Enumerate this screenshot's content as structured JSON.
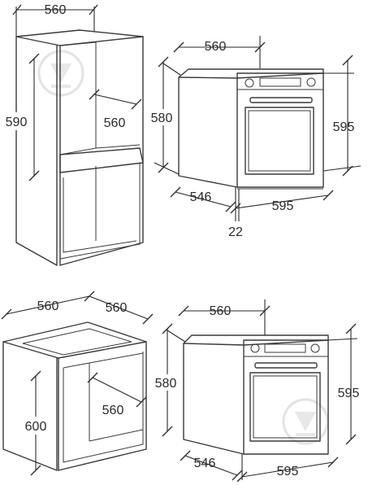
{
  "panels": {
    "top_left": {
      "width": "560",
      "height": "590",
      "depth": "560"
    },
    "top_right": {
      "width": "560",
      "height": "580",
      "total_height": "595",
      "depth": "546",
      "total_width": "595",
      "offset": "22"
    },
    "bottom_left": {
      "width": "560",
      "depth_top": "560",
      "height": "600",
      "depth": "560"
    },
    "bottom_right": {
      "width": "560",
      "height": "580",
      "total_height": "595",
      "depth": "546",
      "total_width": "595"
    }
  },
  "icons": [
    "watermark-logo-icon",
    "watermark-logo-icon"
  ]
}
